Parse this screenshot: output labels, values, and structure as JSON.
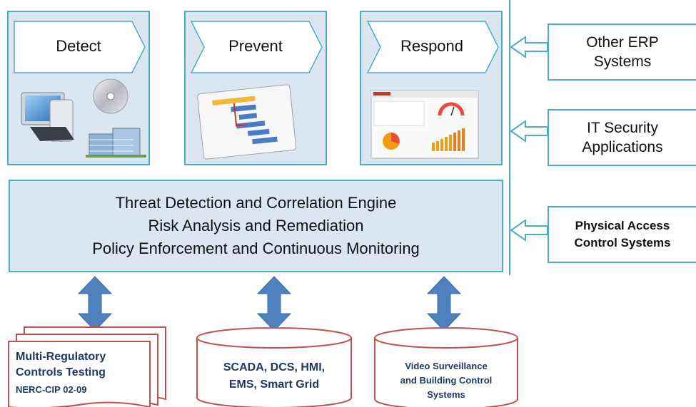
{
  "phases": [
    {
      "label": "Detect",
      "icons": [
        "computer-icon",
        "disc-icon",
        "building-icon"
      ]
    },
    {
      "label": "Prevent",
      "icons": [
        "gantt-chart-icon"
      ]
    },
    {
      "label": "Respond",
      "icons": [
        "dashboard-icon"
      ]
    }
  ],
  "engine": {
    "lines": [
      "Threat Detection and Correlation Engine",
      "Risk Analysis and Remediation",
      "Policy Enforcement and Continuous Monitoring"
    ]
  },
  "sources": [
    {
      "label": "Other ERP\nSystems"
    },
    {
      "label": "IT Security\nApplications"
    },
    {
      "label": "Physical Access\nControl Systems"
    }
  ],
  "outputs": [
    {
      "shape": "document-stack",
      "label": "Multi-Regulatory\nControls Testing",
      "sublabel": "NERC-CIP 02-09"
    },
    {
      "shape": "cylinder",
      "label": "SCADA, DCS, HMI,\nEMS, Smart Grid"
    },
    {
      "shape": "cylinder",
      "label": "Video Surveillance\nand Building Control\nSystems"
    }
  ],
  "colors": {
    "box_fill": "#dce6f1",
    "box_border": "#4bacc6",
    "bidir_arrow": "#4f81bd",
    "output_border": "#c0504d",
    "output_fill": "#ffffff",
    "output_text": "#1f3864"
  }
}
